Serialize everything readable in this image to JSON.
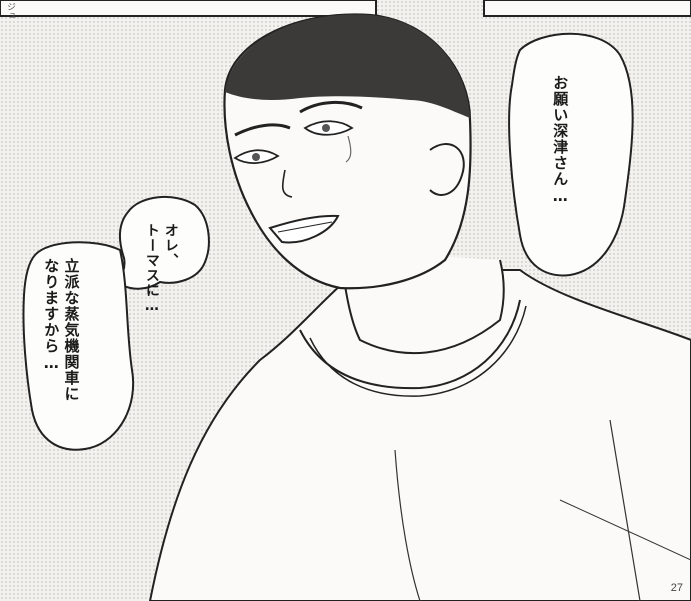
{
  "page_number": "27",
  "credit_text": "ジュ",
  "balloons": {
    "top_right": {
      "lines": [
        "お願い深津さん…"
      ]
    },
    "left_small": {
      "lines": [
        "オレ、",
        "トーマスに…"
      ]
    },
    "left_large": {
      "lines": [
        "立派な蒸気機関車に",
        "なりますから…"
      ]
    }
  },
  "colors": {
    "paper": "#f4f2ef",
    "ink": "#1b1b1b",
    "tone": "#bcb9b4"
  }
}
